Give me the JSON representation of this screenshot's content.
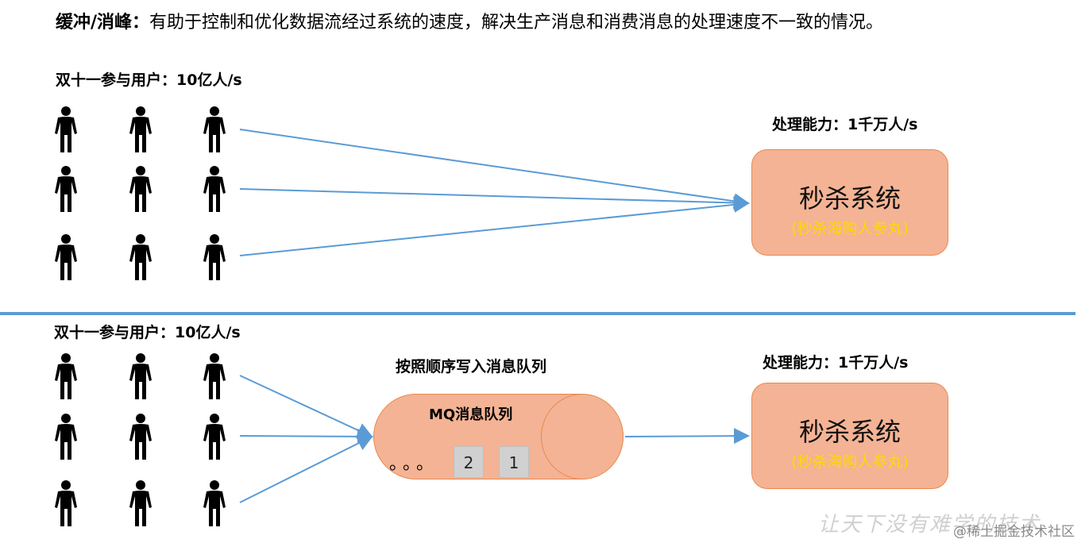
{
  "headline": {
    "bold": "缓冲/消峰：",
    "text": "有助于控制和优化数据流经过系统的速度，解决生产消息和消费消息的处理速度不一致的情况。"
  },
  "top": {
    "users_label": "双十一参与用户：10亿人/s",
    "capacity_label": "处理能力：1千万人/s",
    "system_title": "秒杀系统",
    "system_subtitle": "(秒杀海购人参丸)"
  },
  "bottom": {
    "users_label": "双十一参与用户：10亿人/s",
    "queue_caption": "按照顺序写入消息队列",
    "queue_title": "MQ消息队列",
    "queue_dots": "。。。",
    "queue_messages": [
      "2",
      "1"
    ],
    "capacity_label": "处理能力：1千万人/s",
    "system_title": "秒杀系统",
    "system_subtitle": "(秒杀海购人参丸)"
  },
  "watermark": "让天下没有难学的技术",
  "source_tag": "@稀土掘金技术社区",
  "colors": {
    "arrow": "#5b9bd5",
    "box_fill": "#f4b394",
    "box_border": "#e8894f",
    "subtitle": "#ffd800",
    "divider": "#5b9bd5"
  }
}
